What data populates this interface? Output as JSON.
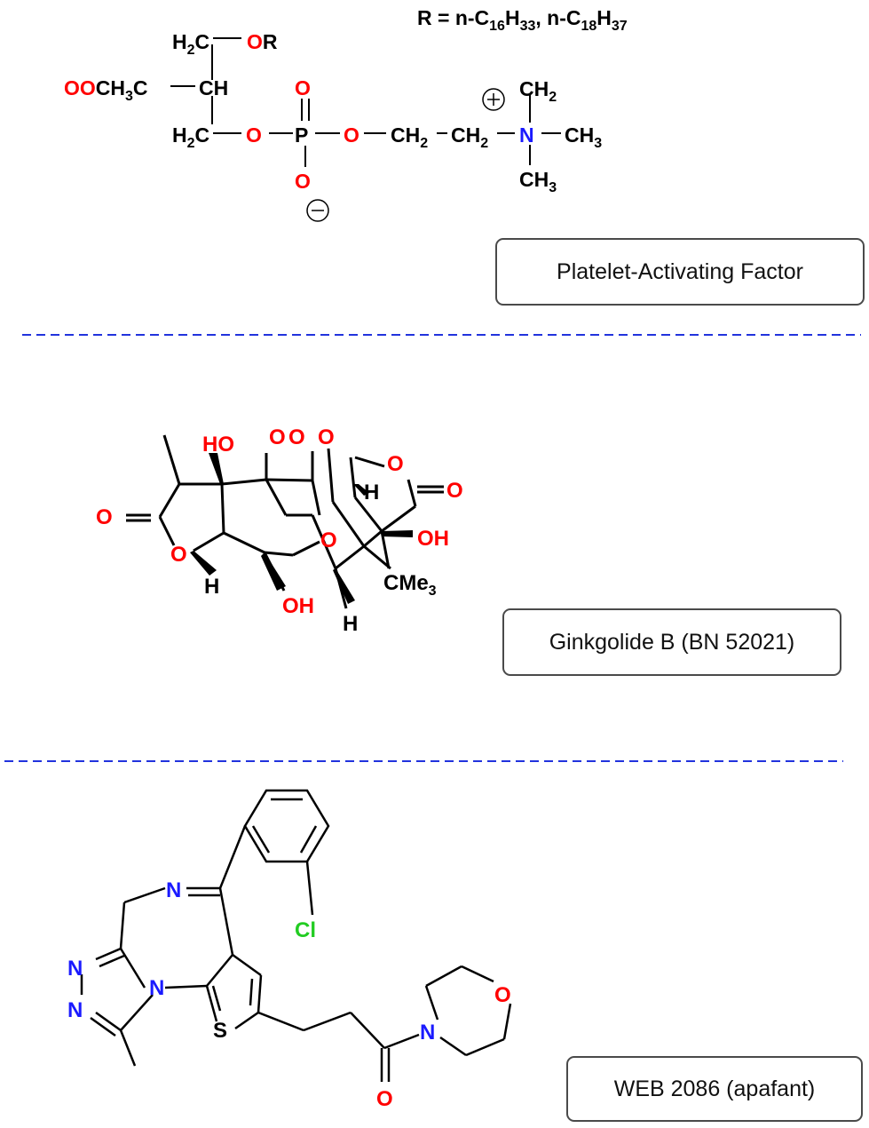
{
  "colors": {
    "oxygen": "#ff0000",
    "nitrogen": "#1a1aff",
    "chlorine": "#22cc22",
    "carbon": "#000000",
    "divider": "#2233dd"
  },
  "paf": {
    "label": "Platelet-Activating Factor",
    "r_definition": {
      "prefix": "R = n-C",
      "s1": "16",
      "h1": "H",
      "s2": "33",
      "sep": ", n-C",
      "s3": "18",
      "h2": "H",
      "s4": "37"
    }
  },
  "ginkgolide": {
    "label": "Ginkgolide B (BN 52021)"
  },
  "web2086": {
    "label": "WEB 2086 (apafant)"
  }
}
